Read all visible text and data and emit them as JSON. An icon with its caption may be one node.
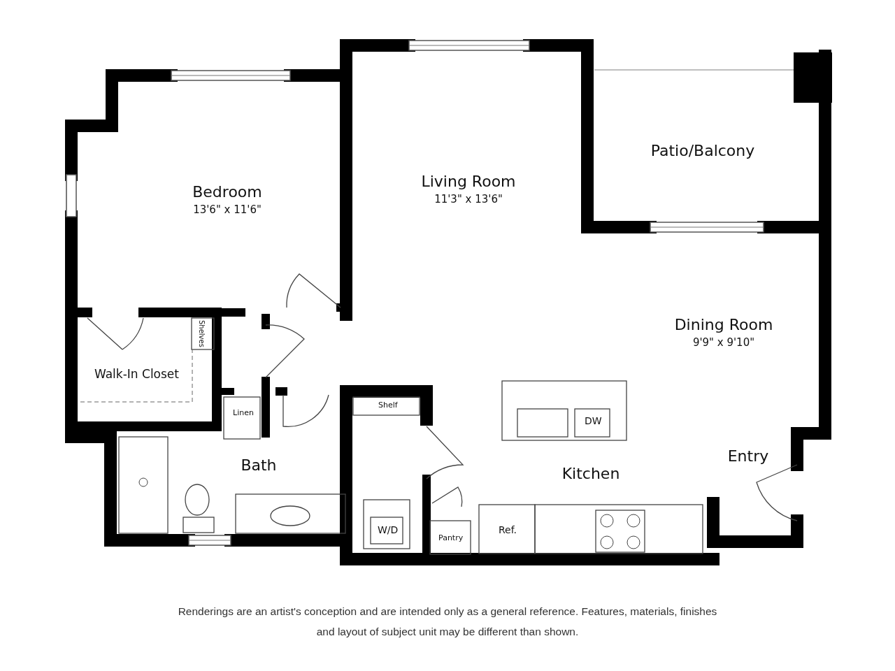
{
  "diagram": {
    "caption": "Renderings are an artist's conception and are intended only as a general reference. Features, materials, finishes and layout of subject unit may be different than shown.",
    "nodes": [
      {
        "text": [
          "Bedroom",
          "13'6\" x 11'6\""
        ]
      },
      {
        "text": [
          "Living Room",
          "11'3\" x 13'6\""
        ]
      },
      {
        "text": [
          "Patio/Balcony"
        ]
      },
      {
        "text": [
          "Dining Room",
          "9'9\" x 9'10\""
        ]
      },
      {
        "text": [
          "Walk-In Closet"
        ]
      },
      {
        "text": [
          "Bath"
        ]
      },
      {
        "text": [
          "Kitchen"
        ]
      },
      {
        "text": [
          "Entry"
        ]
      }
    ],
    "labels": [
      "Shelves",
      "Linen",
      "Shelf",
      "DW",
      "W/D",
      "Pantry",
      "Ref."
    ]
  }
}
